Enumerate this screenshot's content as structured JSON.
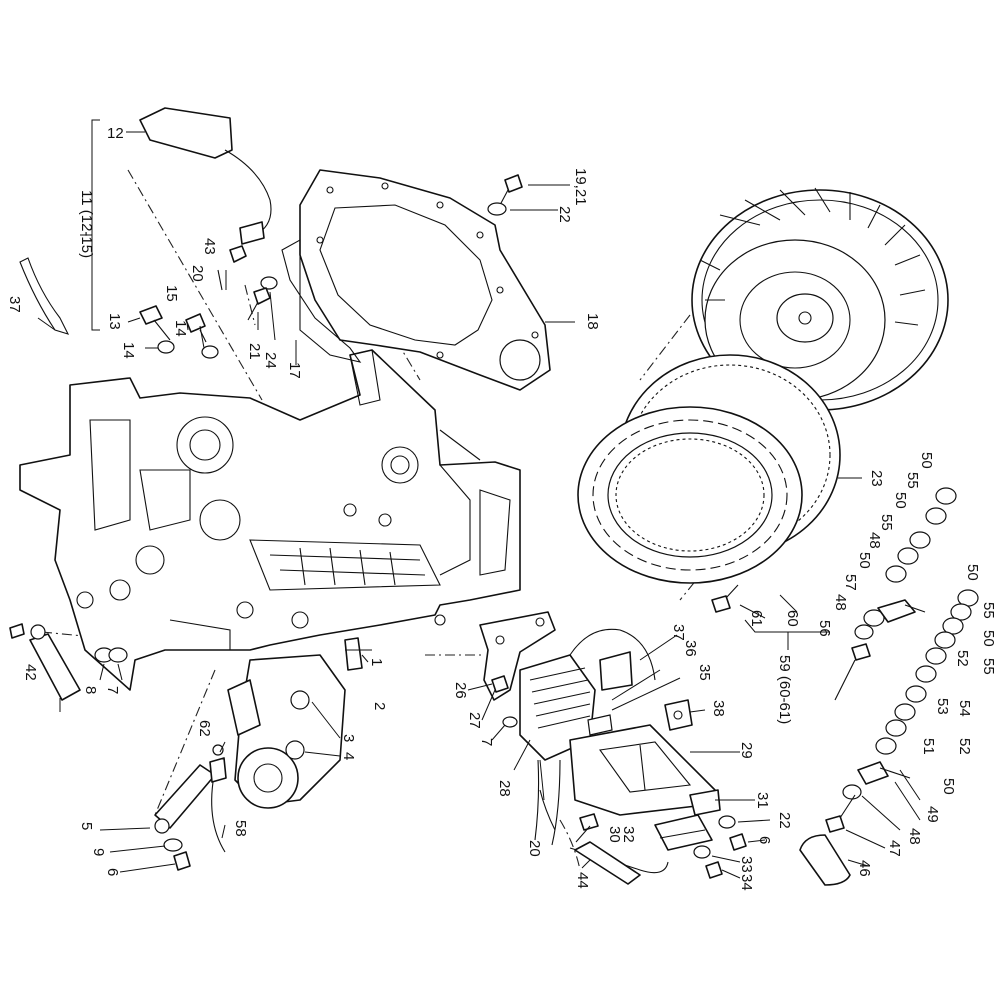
{
  "labels": {
    "l1": "1",
    "l2": "2",
    "l3": "3",
    "l4": "4",
    "l5": "5",
    "l6a": "6",
    "l6b": "6",
    "l7a": "7",
    "l7b": "7",
    "l8": "8",
    "l9": "9",
    "l11": "11 (12-15)",
    "l12": "12",
    "l13": "13",
    "l14a": "14",
    "l14b": "14",
    "l15": "15",
    "l17": "17",
    "l18": "18",
    "l1921": "19,21",
    "l20a": "20",
    "l20b": "20",
    "l21": "21",
    "l22a": "22",
    "l22b": "22",
    "l23": "23",
    "l24": "24",
    "l26": "26",
    "l27": "27",
    "l28": "28",
    "l29": "29",
    "l30": "30",
    "l31": "31",
    "l32": "32",
    "l33": "33",
    "l34": "34",
    "l35": "35",
    "l36": "36",
    "l37a": "37",
    "l37b": "37",
    "l38": "38",
    "l42": "42",
    "l43": "43",
    "l44": "44",
    "l46": "46",
    "l47": "47",
    "l48a": "48",
    "l48b": "48",
    "l48c": "48",
    "l49": "49",
    "l50a": "50",
    "l50b": "50",
    "l50c": "50",
    "l50d": "50",
    "l50e": "50",
    "l50f": "50",
    "l51": "51",
    "l52a": "52",
    "l52b": "52",
    "l53": "53",
    "l54": "54",
    "l55a": "55",
    "l55b": "55",
    "l55c": "55",
    "l55d": "55",
    "l56": "56",
    "l57": "57",
    "l58": "58",
    "l59": "59 (60-61)",
    "l60": "60",
    "l61": "61",
    "l62": "62"
  }
}
